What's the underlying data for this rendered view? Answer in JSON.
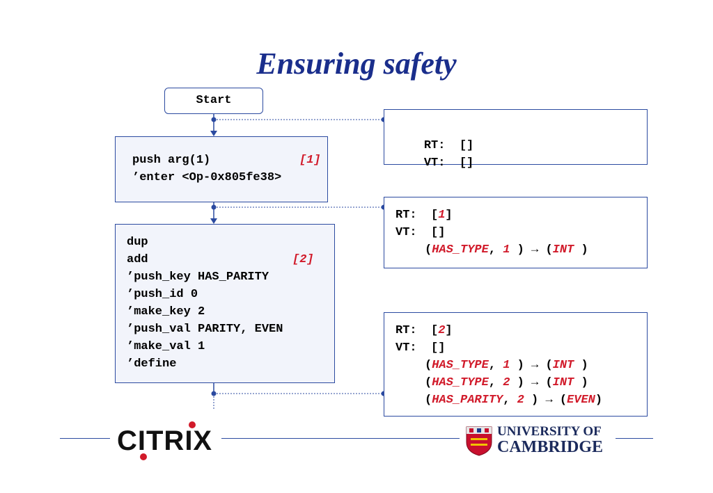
{
  "title": "Ensuring safety",
  "start": {
    "label": "Start"
  },
  "block1": {
    "lines": [
      "push arg(1)",
      "’enter <Op-0x805fe38>"
    ],
    "tag": "[1]"
  },
  "block2": {
    "lines": [
      "dup",
      "add",
      "’push_key HAS_PARITY",
      "’push_id 0",
      "’make_key 2",
      "’push_val PARITY, EVEN",
      "’make_val 1",
      "’define"
    ],
    "tag": "[2]"
  },
  "state1": {
    "rt_label": "RT:",
    "rt_value": "[]",
    "vt_label": "VT:",
    "vt_value": "[]"
  },
  "state2": {
    "rt_label": "RT:",
    "rt_value_num": "1",
    "vt_label": "VT:",
    "vt_value": "[]",
    "facts": [
      {
        "key": "HAS_TYPE",
        "id": "1",
        "val": "INT"
      }
    ]
  },
  "state3": {
    "rt_label": "RT:",
    "rt_value_num": "2",
    "vt_label": "VT:",
    "vt_value": "[]",
    "facts": [
      {
        "key": "HAS_TYPE",
        "id": "1",
        "val": "INT"
      },
      {
        "key": "HAS_TYPE",
        "id": "2",
        "val": "INT"
      },
      {
        "key": "HAS_PARITY",
        "id": "2",
        "val": "EVEN"
      }
    ]
  },
  "footer": {
    "left_logo": "CITRIX",
    "right_logo_line1": "UNIVERSITY OF",
    "right_logo_line2": "CAMBRIDGE"
  },
  "colors": {
    "title": "#1a2e8c",
    "border": "#2b4aa0",
    "accent_red": "#d11a2a"
  }
}
